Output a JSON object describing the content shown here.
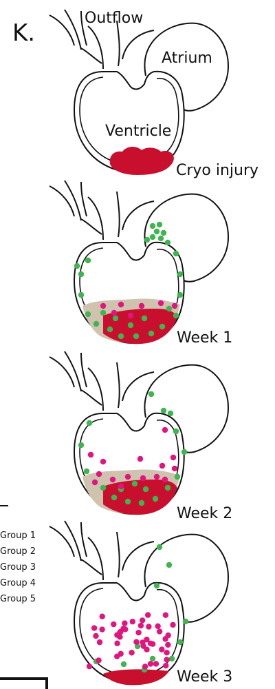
{
  "figure": {
    "panel_letter": "K.",
    "labels": {
      "outflow": "Outflow",
      "atrium": "Atrium",
      "ventricle": "Ventricle",
      "cryo_injury": "Cryo injury",
      "week1": "Week 1",
      "week2": "Week 2",
      "week3": "Week 3"
    },
    "legend": [
      "Group 1",
      "Group 2",
      "Group 3",
      "Group 4",
      "Group 5"
    ],
    "colors": {
      "outline": "#111111",
      "injury": "#c8102e",
      "scar": "#cfc2ae",
      "green_cells": "#3fb550",
      "magenta_cells": "#e0157f"
    }
  }
}
